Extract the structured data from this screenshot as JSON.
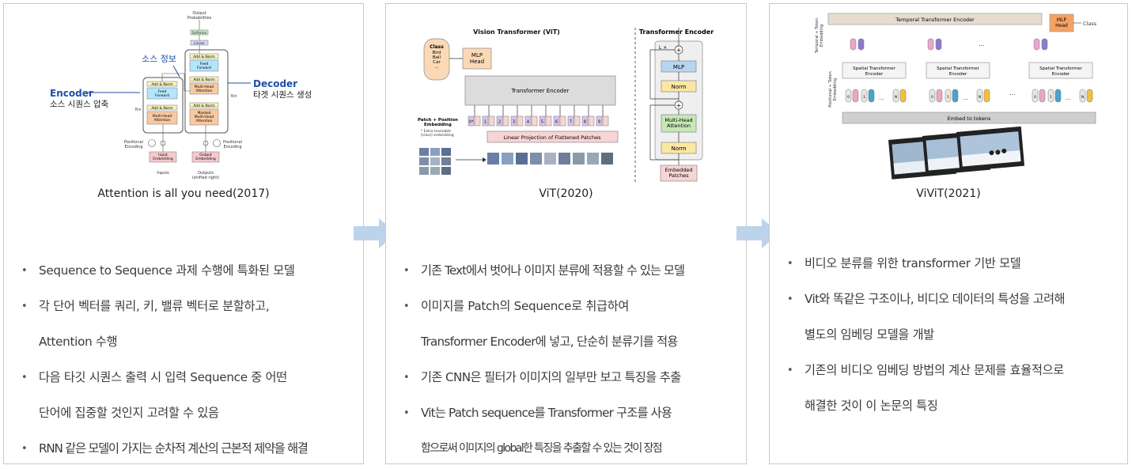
{
  "panels": [
    {
      "caption": "Attention is all you need(2017)",
      "bullets": [
        [
          "Sequence to Sequence 과제 수행에 특화된 모델"
        ],
        [
          "각 단어 벡터를 쿼리, 키, 밸류 벡터로 분할하고,",
          "Attention 수행"
        ],
        [
          "다음 타깃 시퀀스 출력 시 입력 Sequence 중 어떤",
          "단어에 집중할 것인지 고려할 수 있음"
        ],
        [
          "RNN 같은 모델이 가지는 순차적 계산의 근본적 제약을 해결"
        ]
      ]
    },
    {
      "caption": "ViT(2020)",
      "bullets": [
        [
          "기존 Text에서 벗어나 이미지 분류에 적용할 수 있는 모델"
        ],
        [
          "이미지를 Patch의 Sequence로 취급하여",
          "Transformer Encoder에 넣고, 단순히 분류기를 적용"
        ],
        [
          "기존 CNN은 필터가 이미지의 일부만 보고 특징을 추출"
        ],
        [
          "Vit는 Patch sequence를  Transformer 구조를 사용",
          "함으로써 이미지의 global한 특징을 추출할 수 있는 것이 장점"
        ]
      ]
    },
    {
      "caption": "ViViT(2021)",
      "bullets": [
        [
          "비디오 분류를 위한 transformer 기반 모델"
        ],
        [
          "Vit와 똑같은 구조이나, 비디오 데이터의 특성을 고려해",
          "별도의 임베딩 모델을 개발"
        ],
        [
          "기존의 비디오 임베딩 방법의 계산 문제를 효율적으로",
          "해결한 것이 이 논문의 특징"
        ]
      ]
    }
  ],
  "fig1": {
    "output_probs": "Output\nProbabilities",
    "softmax": "Softmax",
    "linear": "Linear",
    "add_norm": "Add & Norm",
    "feed_forward": "Feed\nForward",
    "mha": "Multi-Head\nAttention",
    "masked_mha": "Masked\nMulti-Head\nAttention",
    "input_embedding": "Input\nEmbedding",
    "output_embedding": "Output\nEmbedding",
    "inputs": "Inputs",
    "outputs": "Outputs\n(shifted right)",
    "positional_encoding": "Positional\nEncoding",
    "nx": "N×",
    "source_info": "소스 정보",
    "encoder": "Encoder",
    "encoder_sub": "소스 시퀀스 압축",
    "decoder": "Decoder",
    "decoder_sub": "타겟 시퀀스 생성",
    "blue": "#1f4fa8"
  },
  "fig2": {
    "title": "Vision Transformer (ViT)",
    "class_label": "Class",
    "class_items": "Bird\nBall\nCar\n...",
    "mlp_head": "MLP\nHead",
    "transformer_encoder": "Transformer Encoder",
    "patch_embedding": "Patch + Position\nEmbedding",
    "extra_learnable": "* Extra learnable\n[class] embedding",
    "linear_projection": "Linear Projection of Flattened Patches",
    "token_numbers": [
      "0*",
      "1",
      "2",
      "3",
      "4",
      "5",
      "6",
      "7",
      "8",
      "9"
    ],
    "enc_title": "Transformer Encoder",
    "lx": "L ×",
    "mlp": "MLP",
    "norm": "Norm",
    "mha": "Multi-Head\nAttention",
    "embedded_patches": "Embedded\nPatches"
  },
  "fig3": {
    "temporal": "Temporal Transformer Encoder",
    "mlp_head": "MLP\nHead",
    "class": "Class",
    "spatial": "Spatial Transformer\nEncoder",
    "embed_to_tokens": "Embed to tokens",
    "temporal_axis": "Temporal + Token\nEmbedding",
    "positional_axis": "Positional + Token\nEmbedding",
    "ellipsis": "...",
    "token_zero": "0",
    "token_one": "1",
    "token_n": "N"
  }
}
